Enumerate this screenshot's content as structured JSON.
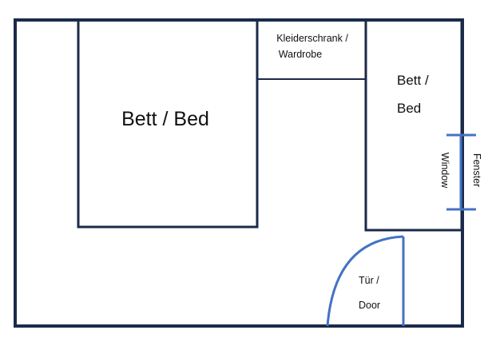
{
  "colors": {
    "wall": "#1b2a4a",
    "door": "#4472c4",
    "window": "#4472c4",
    "text": "#111111"
  },
  "rooms": {
    "big_bed": {
      "label": "Bett / Bed"
    },
    "wardrobe": {
      "label_line1": "Kleiderschrank /",
      "label_line2": "Wardrobe"
    },
    "small_bed": {
      "label_line1": "Bett /",
      "label_line2": "Bed"
    },
    "window": {
      "label_de": "Fenster",
      "label_en": "Window"
    },
    "door": {
      "label_line1": "Tür /",
      "label_line2": "Door"
    }
  }
}
